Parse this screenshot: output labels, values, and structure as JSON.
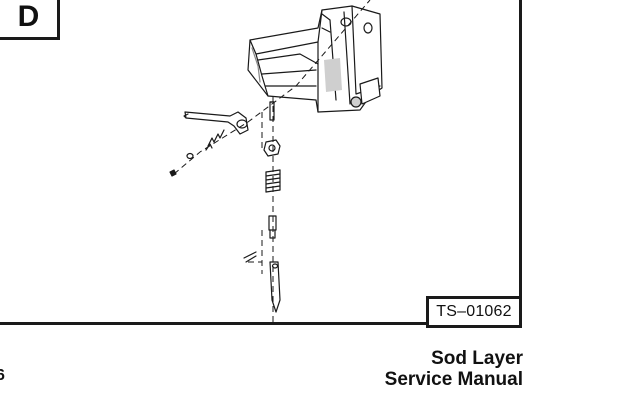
{
  "figure": {
    "section_letter": "D",
    "figure_id": "TS–01062"
  },
  "footer": {
    "page_number": "6",
    "title_line1": "Sod Layer",
    "title_line2": "Service Manual"
  },
  "colors": {
    "ink": "#1a1a1a",
    "paper": "#ffffff",
    "shade": "#cfcfcf"
  }
}
